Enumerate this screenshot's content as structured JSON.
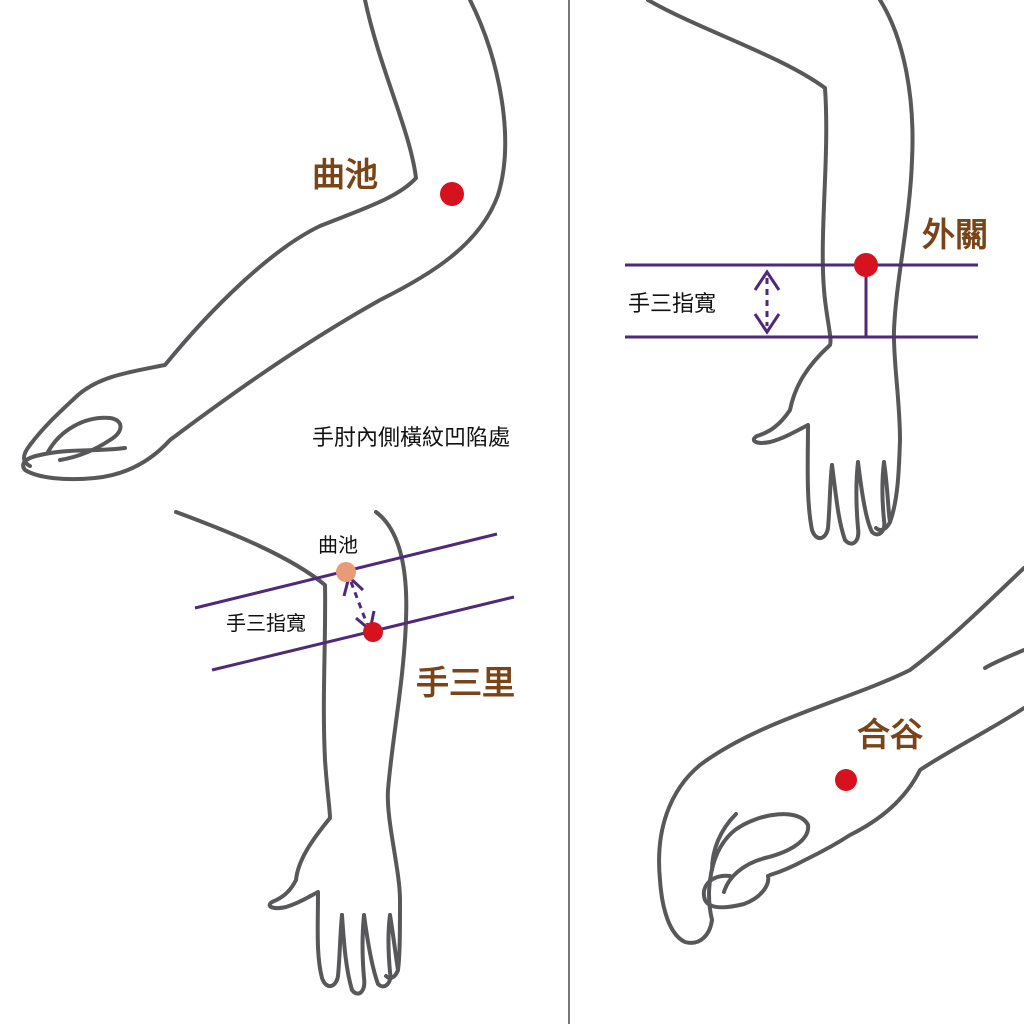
{
  "colors": {
    "point": "#d6121e",
    "point_reference": "#e99a77",
    "label": "#7a4419",
    "guide_line": "#4f2a7a",
    "outline": "#58585a",
    "divider": "#777777"
  },
  "panels": {
    "quchi": {
      "label": "曲池"
    },
    "waiguan": {
      "label": "外關",
      "measure_text": "手三指寬"
    },
    "shousanli": {
      "label": "手三里",
      "caption": "手肘內側橫紋凹陷處",
      "reference_label": "曲池",
      "measure_text": "手三指寬"
    },
    "hegu": {
      "label": "合谷"
    }
  }
}
